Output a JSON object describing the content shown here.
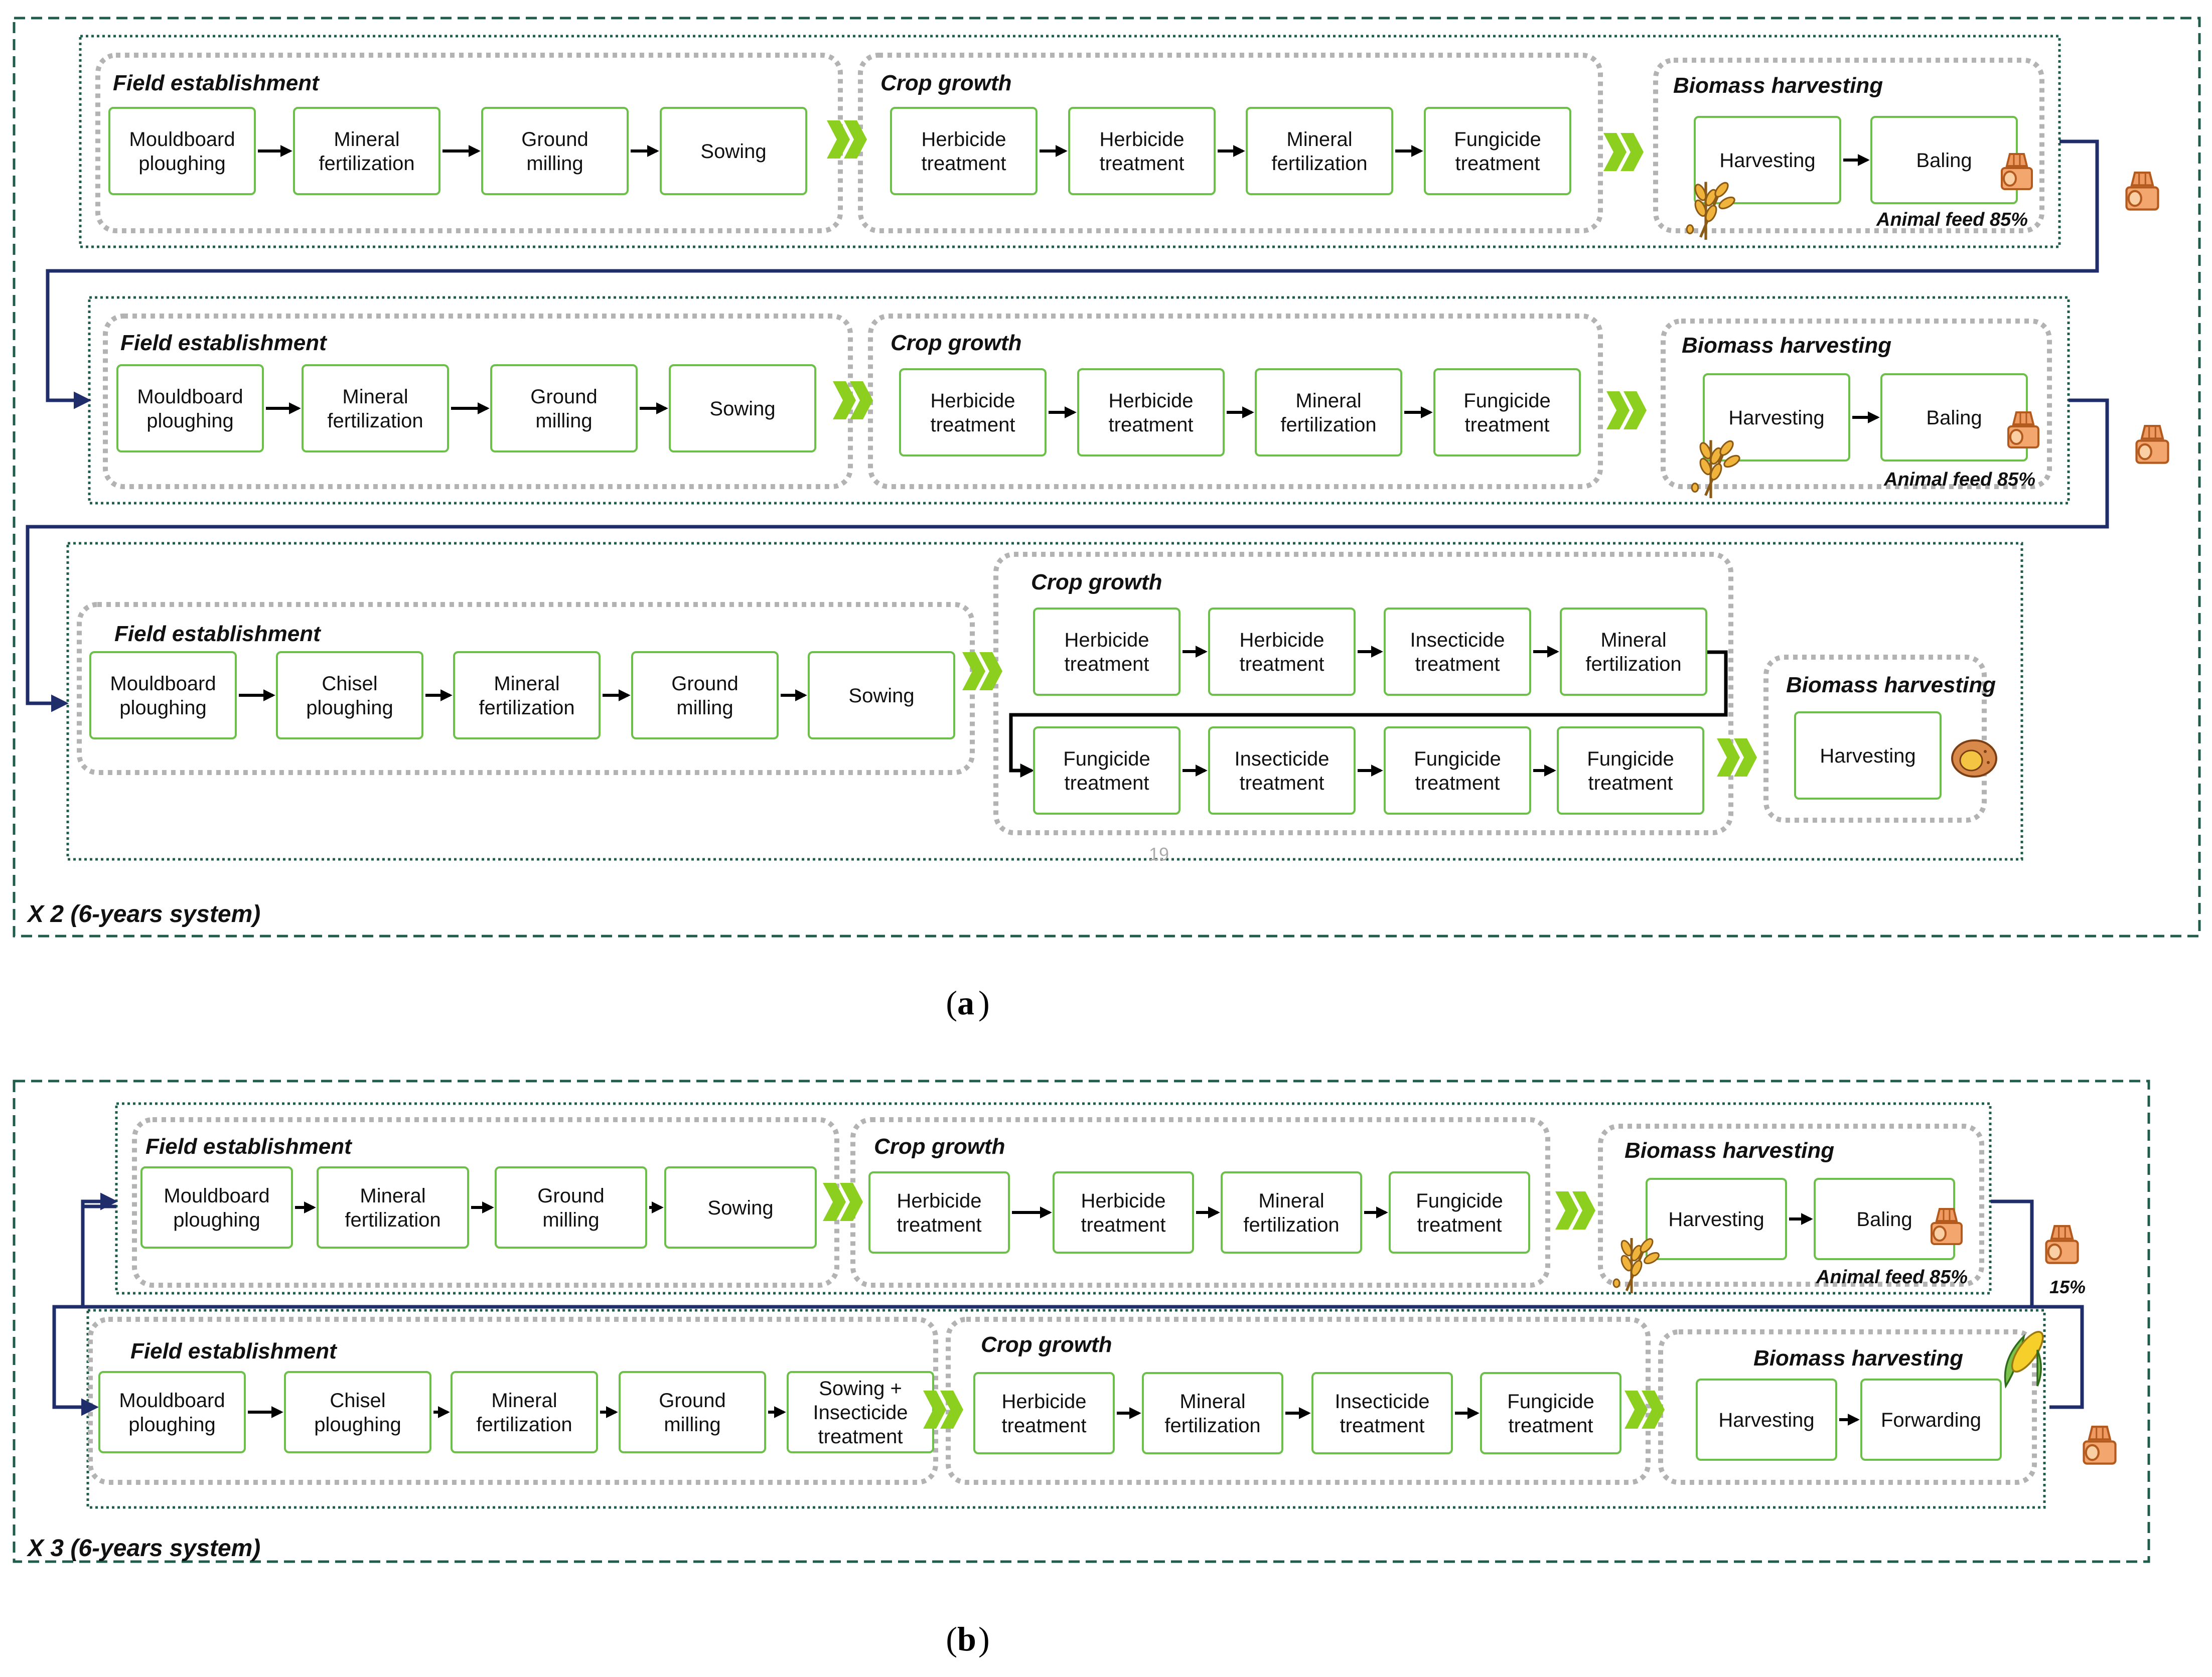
{
  "colors": {
    "frame": "#1f5c4b",
    "row_border": "#1f5c4b",
    "group_border": "#b3b3b3",
    "box_border": "#6cc04a",
    "chevron": "#8ccf1e",
    "connector": "#1f2e6b",
    "arrow": "#000000"
  },
  "panel_a": {
    "label_prefix": "(",
    "label_letter": "a",
    "label_suffix": ")",
    "system_label": "X 2 (6-years system)",
    "page_number": "19",
    "rows": [
      {
        "groups": [
          {
            "title": "Field establishment",
            "boxes": [
              [
                "Mouldboard",
                "ploughing"
              ],
              [
                "Mineral",
                "fertilization"
              ],
              [
                "Ground",
                "milling"
              ],
              [
                "Sowing"
              ]
            ]
          },
          {
            "title": "Crop growth",
            "boxes": [
              [
                "Herbicide",
                "treatment"
              ],
              [
                "Herbicide",
                "treatment"
              ],
              [
                "Mineral",
                "fertilization"
              ],
              [
                "Fungicide",
                "treatment"
              ]
            ]
          },
          {
            "title": "Biomass harvesting",
            "boxes": [
              [
                "Harvesting"
              ],
              [
                "Baling"
              ]
            ],
            "feed": "Animal feed 85%",
            "icon": "wheat-icon",
            "box_icon": "straw-bale-icon"
          }
        ],
        "side_icon": "straw-bale-icon"
      },
      {
        "groups": [
          {
            "title": "Field establishment",
            "boxes": [
              [
                "Mouldboard",
                "ploughing"
              ],
              [
                "Mineral",
                "fertilization"
              ],
              [
                "Ground",
                "milling"
              ],
              [
                "Sowing"
              ]
            ]
          },
          {
            "title": "Crop growth",
            "boxes": [
              [
                "Herbicide",
                "treatment"
              ],
              [
                "Herbicide",
                "treatment"
              ],
              [
                "Mineral",
                "fertilization"
              ],
              [
                "Fungicide",
                "treatment"
              ]
            ]
          },
          {
            "title": "Biomass harvesting",
            "boxes": [
              [
                "Harvesting"
              ],
              [
                "Baling"
              ]
            ],
            "feed": "Animal feed 85%",
            "icon": "wheat-icon",
            "box_icon": "straw-bale-icon"
          }
        ],
        "side_icon": "straw-bale-icon"
      },
      {
        "groups": [
          {
            "title": "Field establishment",
            "boxes": [
              [
                "Mouldboard",
                "ploughing"
              ],
              [
                "Chisel",
                "ploughing"
              ],
              [
                "Mineral",
                "fertilization"
              ],
              [
                "Ground",
                "milling"
              ],
              [
                "Sowing"
              ]
            ]
          },
          {
            "title": "Crop growth",
            "boxes_top": [
              [
                "Herbicide",
                "treatment"
              ],
              [
                "Herbicide",
                "treatment"
              ],
              [
                "Insecticide",
                "treatment"
              ],
              [
                "Mineral",
                "fertilization"
              ]
            ],
            "boxes_bottom": [
              [
                "Fungicide",
                "treatment"
              ],
              [
                "Insecticide",
                "treatment"
              ],
              [
                "Fungicide",
                "treatment"
              ],
              [
                "Fungicide",
                "treatment"
              ]
            ]
          },
          {
            "title": "Biomass harvesting",
            "boxes": [
              [
                "Harvesting"
              ]
            ],
            "icon": "potato-icon"
          }
        ]
      }
    ]
  },
  "panel_b": {
    "label_prefix": "(",
    "label_letter": "b",
    "label_suffix": ")",
    "system_label": "X 3 (6-years system)",
    "rows": [
      {
        "groups": [
          {
            "title": "Field establishment",
            "boxes": [
              [
                "Mouldboard",
                "ploughing"
              ],
              [
                "Mineral",
                "fertilization"
              ],
              [
                "Ground",
                "milling"
              ],
              [
                "Sowing"
              ]
            ]
          },
          {
            "title": "Crop growth",
            "boxes": [
              [
                "Herbicide",
                "treatment"
              ],
              [
                "Herbicide",
                "treatment"
              ],
              [
                "Mineral",
                "fertilization"
              ],
              [
                "Fungicide",
                "treatment"
              ]
            ]
          },
          {
            "title": "Biomass harvesting",
            "boxes": [
              [
                "Harvesting"
              ],
              [
                "Baling"
              ]
            ],
            "feed": "Animal feed 85%",
            "icon": "wheat-icon",
            "box_icon": "straw-bale-icon"
          }
        ],
        "side_icon": "straw-bale-icon",
        "side_pct": "15%"
      },
      {
        "groups": [
          {
            "title": "Field establishment",
            "boxes": [
              [
                "Mouldboard",
                "ploughing"
              ],
              [
                "Chisel",
                "ploughing"
              ],
              [
                "Mineral",
                "fertilization"
              ],
              [
                "Ground",
                "milling"
              ],
              [
                "Sowing +",
                "Insecticide",
                "treatment"
              ]
            ]
          },
          {
            "title": "Crop growth",
            "boxes": [
              [
                "Herbicide",
                "treatment"
              ],
              [
                "Mineral",
                "fertilization"
              ],
              [
                "Insecticide",
                "treatment"
              ],
              [
                "Fungicide",
                "treatment"
              ]
            ]
          },
          {
            "title": "Biomass harvesting",
            "boxes": [
              [
                "Harvesting"
              ],
              [
                "Forwarding"
              ]
            ],
            "icon": "corn-icon"
          }
        ],
        "side_icon": "straw-bale-icon"
      }
    ]
  }
}
